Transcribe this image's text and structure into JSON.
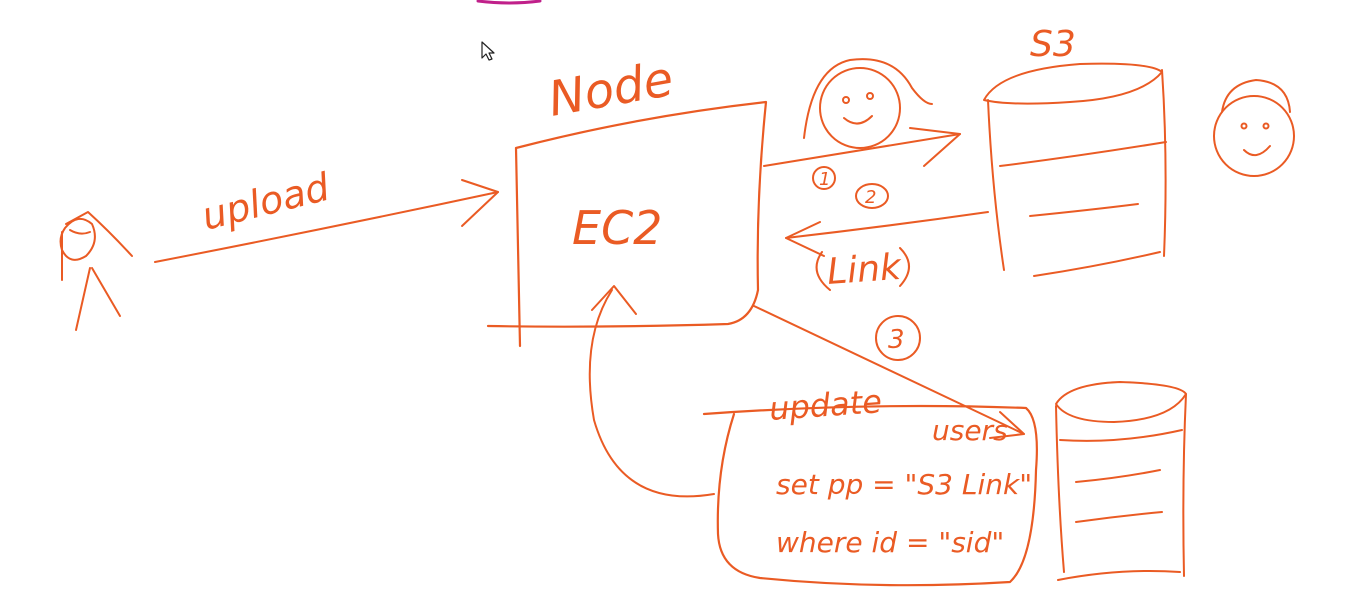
{
  "colors": {
    "ink": "#ea5b24",
    "accent_stroke": "#c0208a",
    "background": "#ffffff",
    "cursor": "#222222"
  },
  "icons": [
    "mouse-cursor-icon",
    "stick-figure-user-icon",
    "smiley-face-icon",
    "database-cylinder-icon"
  ],
  "labels": {
    "upload": "upload",
    "node": "Node",
    "ec2": "EC2",
    "s3": "S3",
    "step1": "1",
    "step2": "2",
    "step3": "3",
    "link": "Link",
    "update": "update",
    "users": "users",
    "set_line": "set  pp = \"S3 Link\"",
    "where_line": "where  id = \"sid\""
  }
}
